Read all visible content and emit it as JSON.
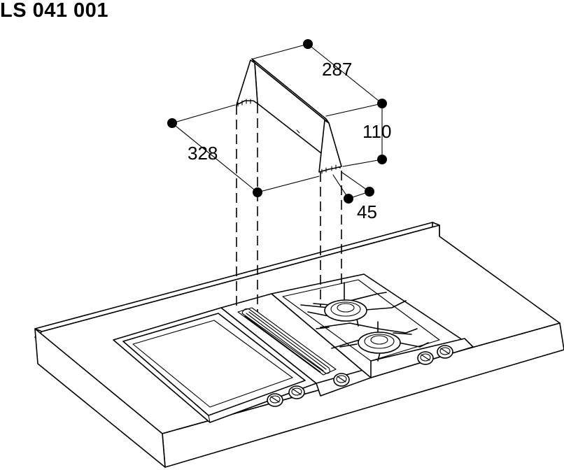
{
  "title": "LS 041 001",
  "dimensions": {
    "length": "287",
    "height": "110",
    "depth": "328",
    "offset": "45"
  }
}
